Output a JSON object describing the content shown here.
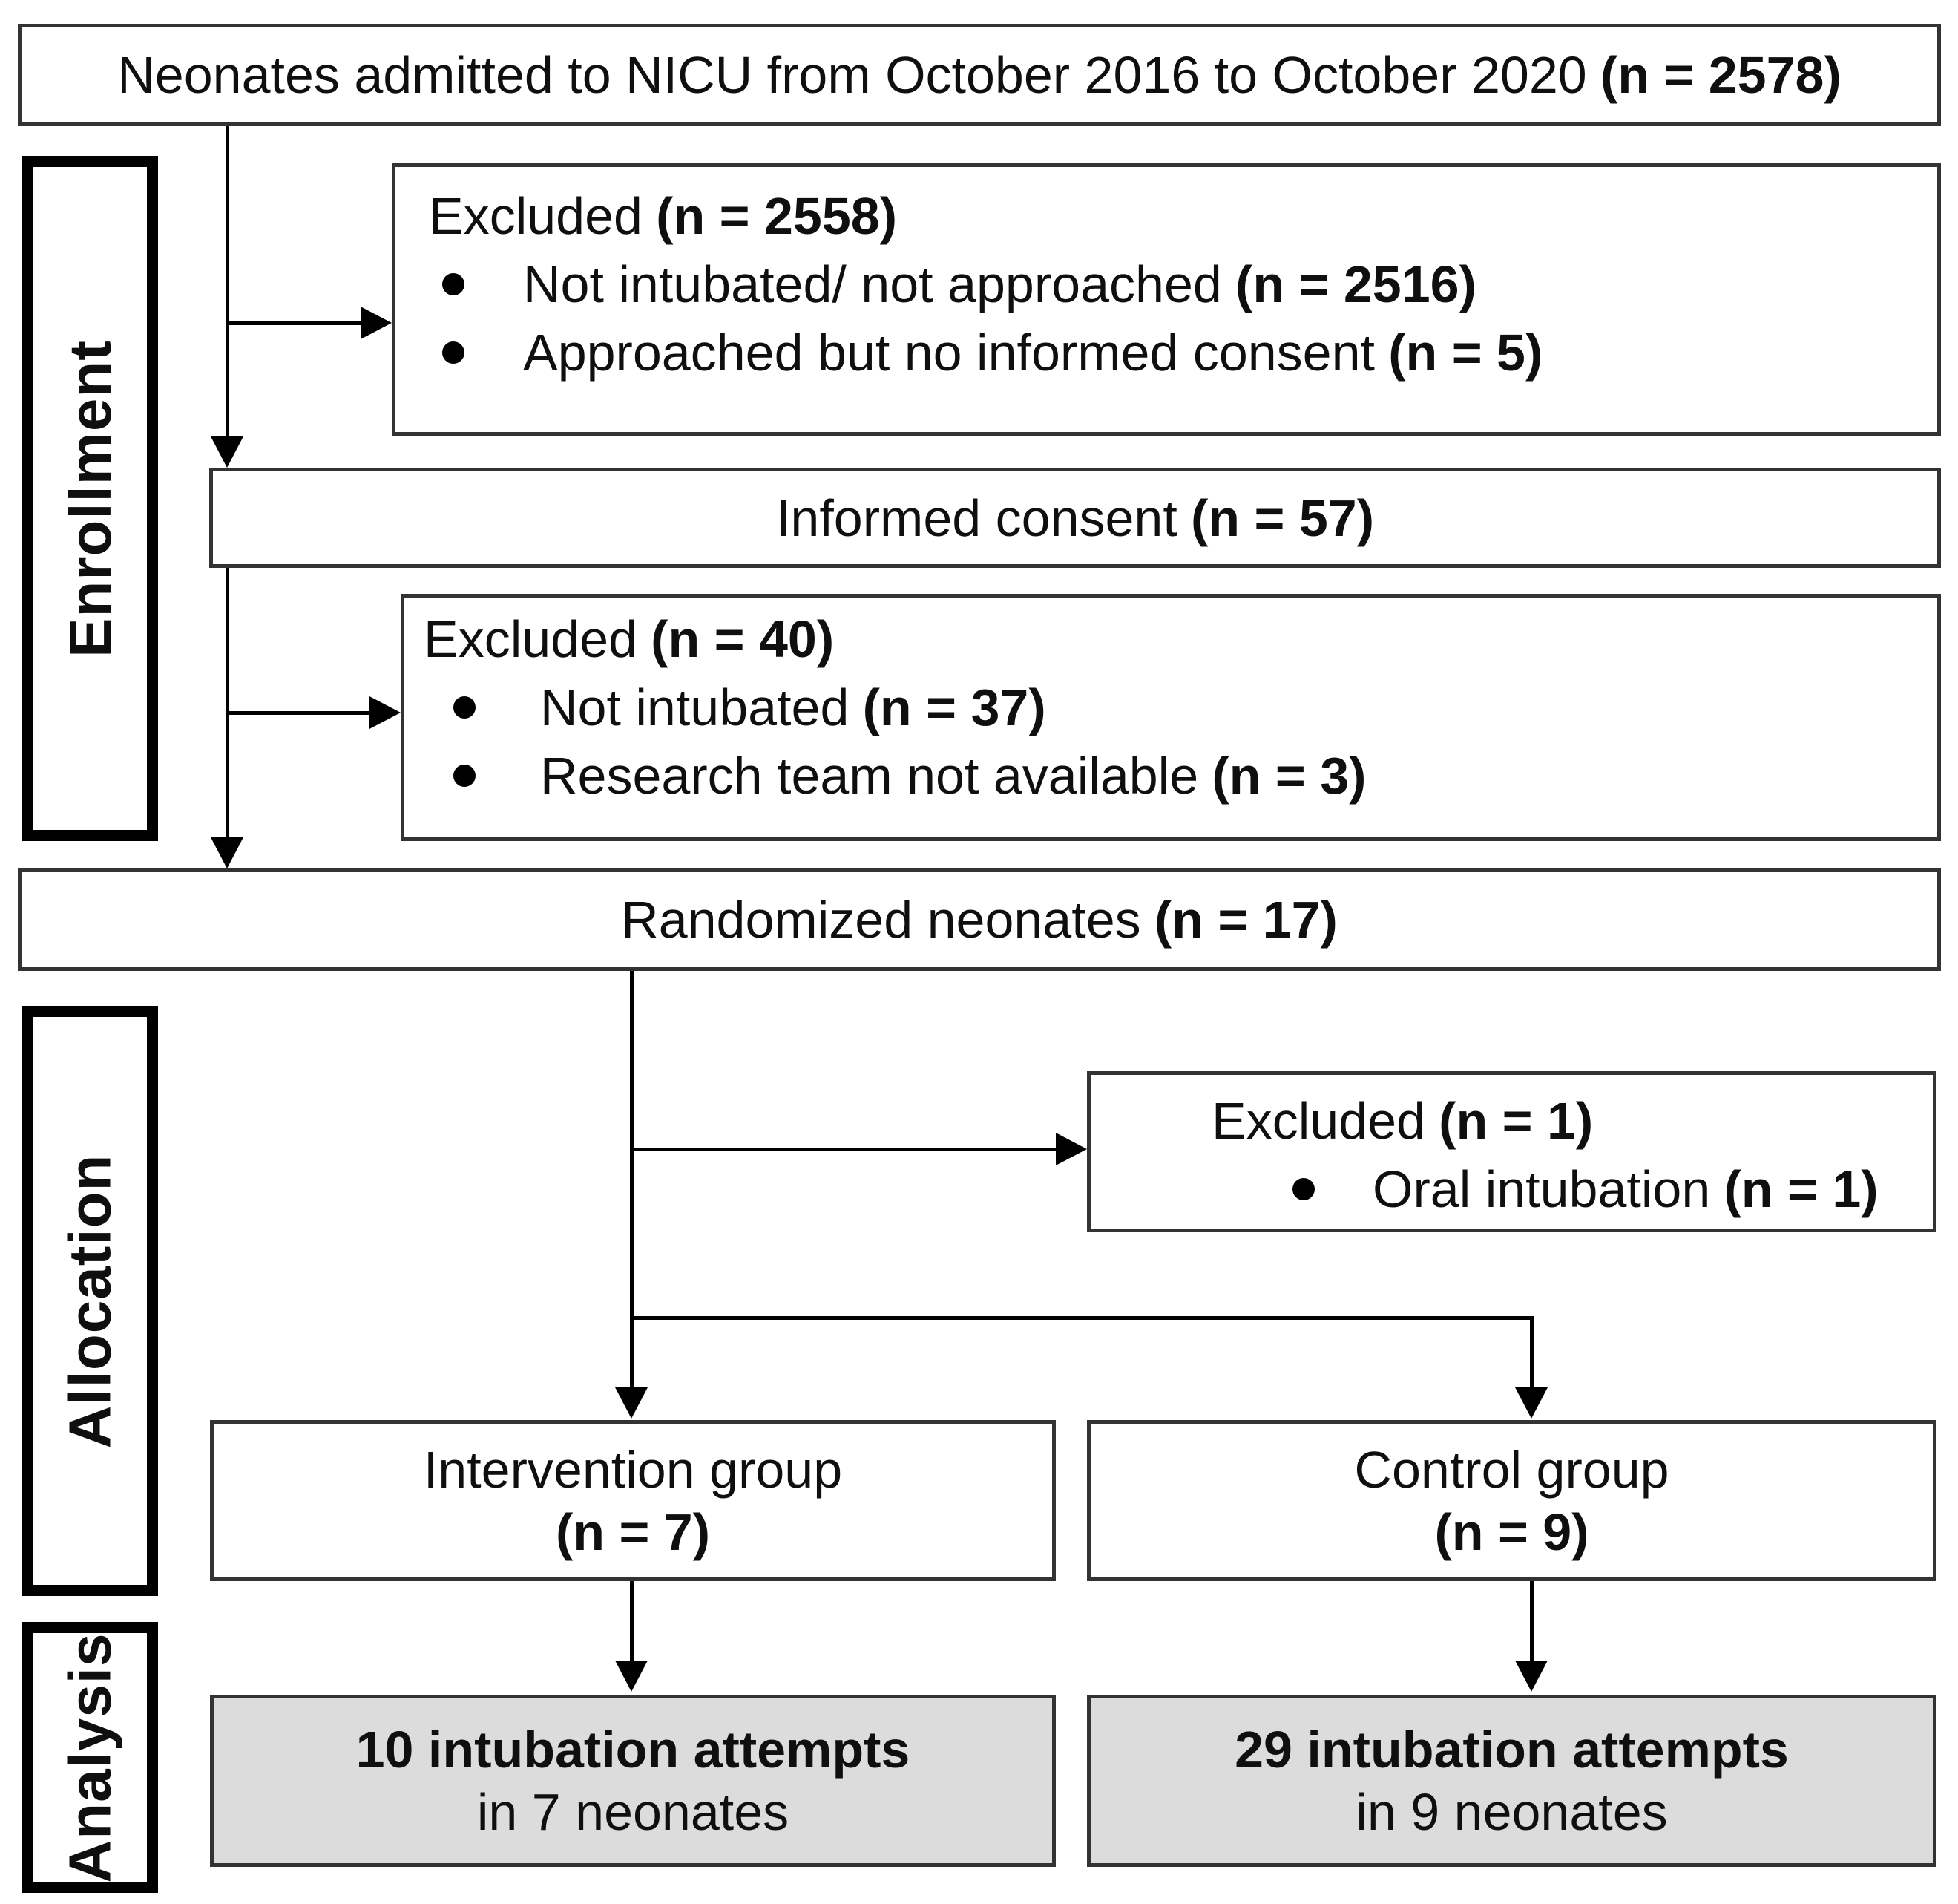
{
  "sidebar": {
    "enrollment_label": "Enrollment",
    "allocation_label": "Allocation",
    "analysis_label": "Analysis"
  },
  "boxes": {
    "admitted": {
      "text": "Neonates admitted to NICU from October 2016 to October 2020",
      "n": "(n = 2578)"
    },
    "excluded_enrollment_1": {
      "title": "Excluded",
      "n": "(n = 2558)",
      "items": [
        {
          "text": "Not intubated/ not approached",
          "n": "(n = 2516)"
        },
        {
          "text": "Approached but no informed consent",
          "n": "(n = 5)"
        }
      ]
    },
    "informed_consent": {
      "text": "Informed consent",
      "n": "(n = 57)"
    },
    "excluded_enrollment_2": {
      "title": "Excluded",
      "n": "(n = 40)",
      "items": [
        {
          "text": "Not intubated",
          "n": "(n = 37)"
        },
        {
          "text": "Research team not available",
          "n": "(n = 3)"
        }
      ]
    },
    "randomized": {
      "text": "Randomized neonates",
      "n": "(n = 17)"
    },
    "excluded_allocation": {
      "title": "Excluded",
      "n": "(n = 1)",
      "items": [
        {
          "text": "Oral intubation",
          "n": "(n = 1)"
        }
      ]
    },
    "intervention_group": {
      "line1": "Intervention group",
      "line2": "(n = 7)"
    },
    "control_group": {
      "line1": "Control group",
      "line2": "(n = 9)"
    },
    "analysis_intervention": {
      "line1": "10 intubation attempts",
      "line2": "in 7 neonates"
    },
    "analysis_control": {
      "line1": "29 intubation attempts",
      "line2": "in 9 neonates"
    }
  },
  "colors": {
    "background": "#ffffff",
    "box_border": "#333333",
    "sidebar_border": "#000000",
    "analysis_fill": "#dcdcdc",
    "text": "#0f0f0f",
    "connector": "#000000"
  }
}
